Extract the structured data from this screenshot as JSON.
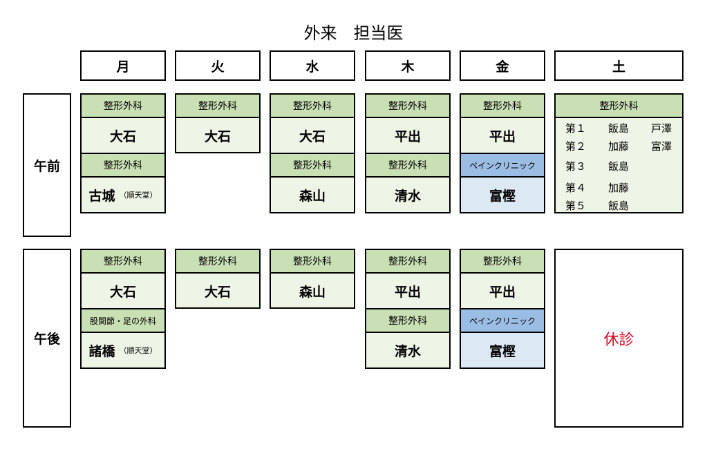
{
  "title": "外来　担当医",
  "days": [
    "月",
    "火",
    "水",
    "木",
    "金",
    "土"
  ],
  "periods": [
    "午前",
    "午後"
  ],
  "labels": {
    "ortho": "整形外科",
    "pain": "ペインクリニック",
    "hip_foot": "股関節・足の外科"
  },
  "am": {
    "mon": {
      "d1": "大石",
      "d2": "古城",
      "d2_note": "（順天堂）"
    },
    "tue": {
      "d1": "大石"
    },
    "wed": {
      "d1": "大石",
      "d2": "森山"
    },
    "thu": {
      "d1": "平出",
      "d2": "清水"
    },
    "fri": {
      "d1": "平出",
      "d2": "富樫"
    },
    "sat": {
      "rows": [
        {
          "week": "第１",
          "doctor": "飯島",
          "doctor2": "戸澤"
        },
        {
          "week": "第２",
          "doctor": "加藤",
          "doctor2": "富澤"
        },
        {
          "week": "第３",
          "doctor": "飯島",
          "doctor2": ""
        },
        {
          "week": "第４",
          "doctor": "加藤",
          "doctor2": ""
        },
        {
          "week": "第５",
          "doctor": "飯島",
          "doctor2": ""
        }
      ]
    }
  },
  "pm": {
    "mon": {
      "d1": "大石",
      "d2": "諸橋",
      "d2_note": "（順天堂）"
    },
    "tue": {
      "d1": "大石"
    },
    "wed": {
      "d1": "森山"
    },
    "thu": {
      "d1": "平出",
      "d2": "清水"
    },
    "fri": {
      "d1": "平出",
      "d2": "富樫"
    },
    "sat": {
      "closed": "休診"
    }
  }
}
